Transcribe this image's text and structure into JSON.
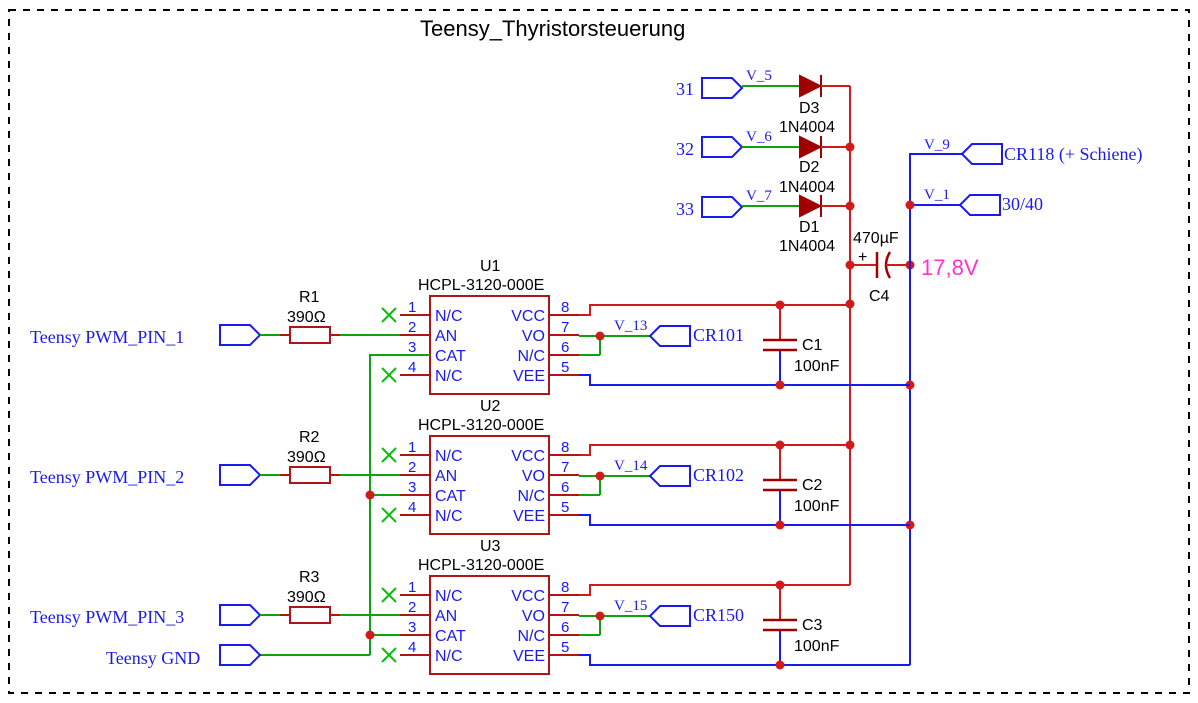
{
  "title": "Teensy_Thyristorsteuerung",
  "ports": {
    "pwm1": "Teensy PWM_PIN_1",
    "pwm2": "Teensy PWM_PIN_2",
    "pwm3": "Teensy PWM_PIN_3",
    "gnd": "Teensy GND",
    "in31": "31",
    "in32": "32",
    "in33": "33",
    "cr118": "CR118 (+ Schiene)",
    "p3040": "30/40",
    "cr101": "CR101",
    "cr102": "CR102",
    "cr150": "CR150"
  },
  "netlabels": {
    "v5": "V_5",
    "v6": "V_6",
    "v7": "V_7",
    "v9": "V_9",
    "v1": "V_1",
    "v13": "V_13",
    "v14": "V_14",
    "v15": "V_15"
  },
  "resistors": [
    {
      "ref": "R1",
      "value": "390Ω"
    },
    {
      "ref": "R2",
      "value": "390Ω"
    },
    {
      "ref": "R3",
      "value": "390Ω"
    }
  ],
  "optocouplers": [
    {
      "ref": "U1",
      "part": "HCPL-3120-000E"
    },
    {
      "ref": "U2",
      "part": "HCPL-3120-000E"
    },
    {
      "ref": "U3",
      "part": "HCPL-3120-000E"
    }
  ],
  "pins": {
    "left": [
      {
        "num": "1",
        "name": "N/C"
      },
      {
        "num": "2",
        "name": "AN"
      },
      {
        "num": "3",
        "name": "CAT"
      },
      {
        "num": "4",
        "name": "N/C"
      }
    ],
    "right": [
      {
        "num": "8",
        "name": "VCC"
      },
      {
        "num": "7",
        "name": "VO"
      },
      {
        "num": "6",
        "name": "N/C"
      },
      {
        "num": "5",
        "name": "VEE"
      }
    ]
  },
  "capacitors": [
    {
      "ref": "C1",
      "value": "100nF"
    },
    {
      "ref": "C2",
      "value": "100nF"
    },
    {
      "ref": "C3",
      "value": "100nF"
    },
    {
      "ref": "C4",
      "value": "470µF"
    }
  ],
  "c4_polarity": "+",
  "diodes": [
    {
      "ref": "D3",
      "part": "1N4004"
    },
    {
      "ref": "D2",
      "part": "1N4004"
    },
    {
      "ref": "D1",
      "part": "1N4004"
    }
  ],
  "voltage_probe": "17,8V",
  "colors": {
    "wire_red": "#d11a1a",
    "wire_blue": "#1a1aee",
    "wire_green": "#11a011",
    "probe": "#ff33cc"
  }
}
